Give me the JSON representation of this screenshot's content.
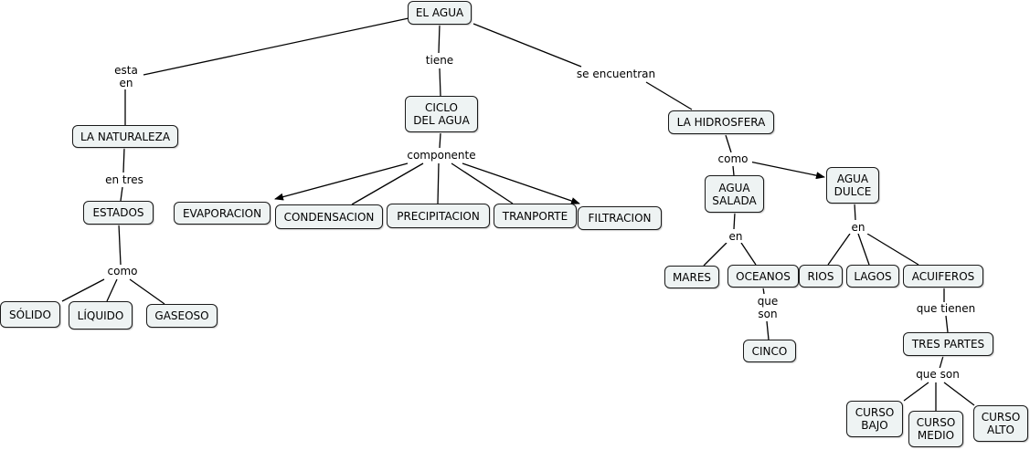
{
  "concepts": {
    "el_agua": "EL AGUA",
    "la_naturaleza": "LA NATURALEZA",
    "ciclo_del_agua": "CICLO\nDEL AGUA",
    "la_hidrosfera": "LA HIDROSFERA",
    "estados": "ESTADOS",
    "solido": "SÓLIDO",
    "liquido": "LÍQUIDO",
    "gaseoso": "GASEOSO",
    "evaporacion": "EVAPORACION",
    "condensacion": "CONDENSACION",
    "precipitacion": "PRECIPITACION",
    "tranporte": "TRANPORTE",
    "filtracion": "FILTRACION",
    "agua_salada": "AGUA\nSALADA",
    "agua_dulce": "AGUA\nDULCE",
    "mares": "MARES",
    "oceanos": "OCEANOS",
    "cinco": "CINCO",
    "rios": "RIOS",
    "lagos": "LAGOS",
    "acuiferos": "ACUIFEROS",
    "tres_partes": "TRES PARTES",
    "curso_bajo": "CURSO\nBAJO",
    "curso_medio": "CURSO\nMEDIO",
    "curso_alto": "CURSO\nALTO"
  },
  "linking_phrases": {
    "esta_en": "esta\nen",
    "tiene": "tiene",
    "se_encuentran": "se encuentran",
    "en_tres": "en tres",
    "como_estados": "como",
    "componente": "componente",
    "como_hidrosfera": "como",
    "en_salada": "en",
    "en_dulce": "en",
    "que_son_oceanos": "que\nson",
    "que_tienen": "que tienen",
    "que_son_partes": "que son"
  }
}
